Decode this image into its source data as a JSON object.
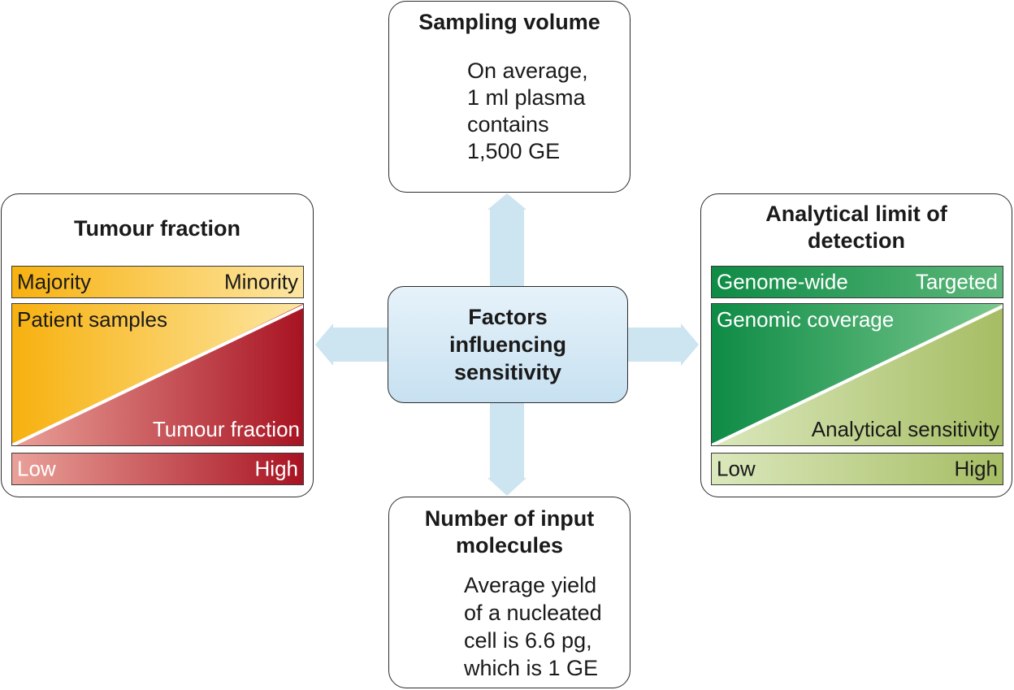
{
  "center": {
    "line1": "Factors",
    "line2": "influencing",
    "line3": "sensitivity"
  },
  "sampling": {
    "title": "Sampling volume",
    "lines": [
      "On average,",
      "1 ml plasma",
      "contains",
      "1,500 GE"
    ]
  },
  "tumour": {
    "title": "Tumour fraction",
    "top_bar": {
      "left": "Majority",
      "right": "Minority"
    },
    "upper_label": "Patient samples",
    "lower_label": "Tumour fraction",
    "bottom_bar": {
      "left": "Low",
      "right": "High"
    }
  },
  "analytical": {
    "title_line1": "Analytical limit of",
    "title_line2": "detection",
    "top_bar": {
      "left": "Genome-wide",
      "right": "Targeted"
    },
    "upper_label": "Genomic coverage",
    "lower_label": "Analytical sensitivity",
    "bottom_bar": {
      "left": "Low",
      "right": "High"
    }
  },
  "input": {
    "title_line1": "Number of input",
    "title_line2": "molecules",
    "lines": [
      "Average yield",
      "of a nucleated",
      "cell is 6.6 pg,",
      "which is 1 GE"
    ]
  },
  "colors": {
    "arrow": "#cde4f1",
    "tumour_orange": "#f7b10f",
    "tumour_red": "#a81322",
    "analytical_green": "#0e8b45",
    "analytical_olive": "#a6bd63"
  }
}
